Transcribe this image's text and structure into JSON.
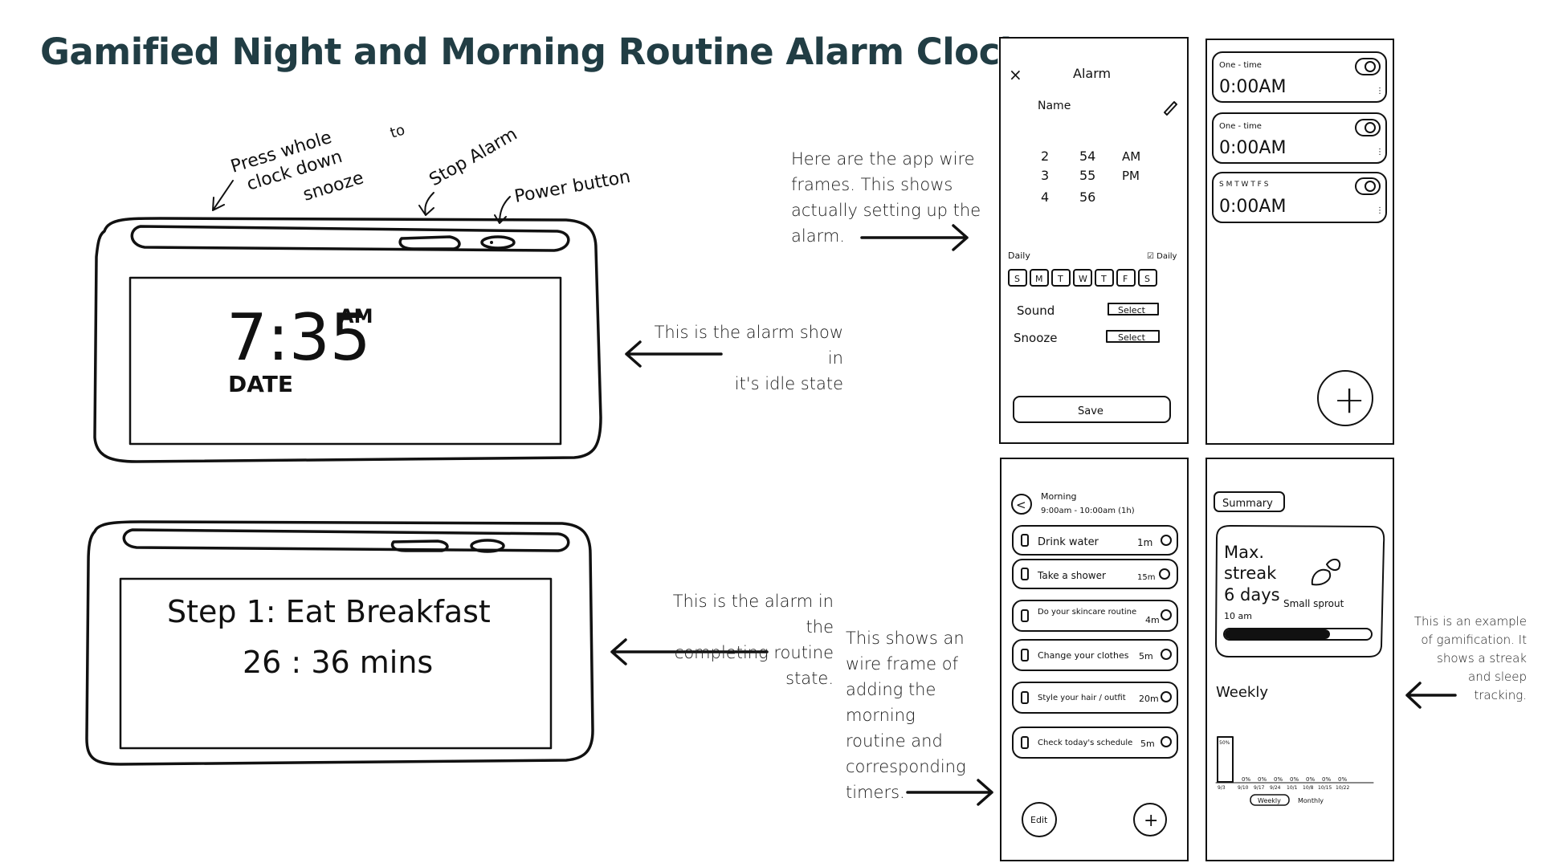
{
  "title": "Gamified Night and Morning Routine Alarm Clock",
  "annotations": {
    "snooze": [
      "Press whole",
      "clock down",
      "snooze",
      "to"
    ],
    "stop": "Stop Alarm",
    "power": "Power button"
  },
  "device_idle": {
    "time": "7:35",
    "ampm": "AM",
    "date": "DATE"
  },
  "device_routine": {
    "step": "Step 1:  Eat  Breakfast",
    "timer": "26 : 36  mins"
  },
  "notes": {
    "idle": [
      "This is the alarm show in",
      "it's idle state"
    ],
    "routine": [
      "This is the alarm in the",
      "completing routine",
      "state."
    ],
    "wireframes": [
      "Here are the app wire",
      "frames. This shows",
      "actually setting up the",
      "alarm."
    ],
    "morning": [
      "This shows an",
      "wire frame of",
      "adding the",
      "morning",
      "routine and",
      "corresponding",
      "timers."
    ],
    "gamification": [
      "This is an example",
      "of gamification. It",
      "shows a streak",
      "and sleep",
      "tracking."
    ]
  },
  "alarm_setup": {
    "close": "×",
    "header": "Alarm",
    "name_label": "Name",
    "time_rows": [
      {
        "hour": "2",
        "minute": "54",
        "period": "AM"
      },
      {
        "hour": "3",
        "minute": "55",
        "period": "PM"
      },
      {
        "hour": "4",
        "minute": "56",
        "period": ""
      }
    ],
    "daily_label": "Daily",
    "daily_check": "☑ Daily",
    "days": [
      "S",
      "M",
      "T",
      "W",
      "T",
      "F",
      "S"
    ],
    "sound_label": "Sound",
    "snooze_label": "Snooze",
    "select_label": "Select",
    "save_label": "Save"
  },
  "alarm_list": {
    "items": [
      {
        "type": "One - time",
        "time": "0:00AM"
      },
      {
        "type": "One - time",
        "time": "0:00AM"
      },
      {
        "type": "S M T W T F S",
        "time": "0:00AM"
      }
    ],
    "add": "+"
  },
  "routine": {
    "back": "<",
    "name": "Morning",
    "range": "9:00am - 10:00am (1h)",
    "tasks": [
      {
        "label": "Drink water",
        "duration": "1m"
      },
      {
        "label": "Take a shower",
        "duration": "15m"
      },
      {
        "label": "Do your skincare routine",
        "duration": "4m"
      },
      {
        "label": "Change your clothes",
        "duration": "5m"
      },
      {
        "label": "Style your hair / outfit",
        "duration": "20m"
      },
      {
        "label": "Check today's schedule",
        "duration": "5m"
      }
    ],
    "edit": "Edit",
    "add": "+"
  },
  "summary": {
    "header": "Summary",
    "max": "Max.",
    "streak": "streak",
    "days": "6 days",
    "time": "10 am",
    "badge": "Small sprout",
    "progress": 0.72,
    "weekly_label": "Weekly",
    "bar_value": "50%",
    "week_pcts": [
      "0%",
      "0%",
      "0%",
      "0%",
      "0%",
      "0%",
      "0%"
    ],
    "week_dates": [
      "9/3",
      "9/10",
      "9/17",
      "9/24",
      "10/1",
      "10/8",
      "10/15",
      "10/22"
    ],
    "toggle_weekly": "Weekly",
    "toggle_monthly": "Monthly"
  }
}
